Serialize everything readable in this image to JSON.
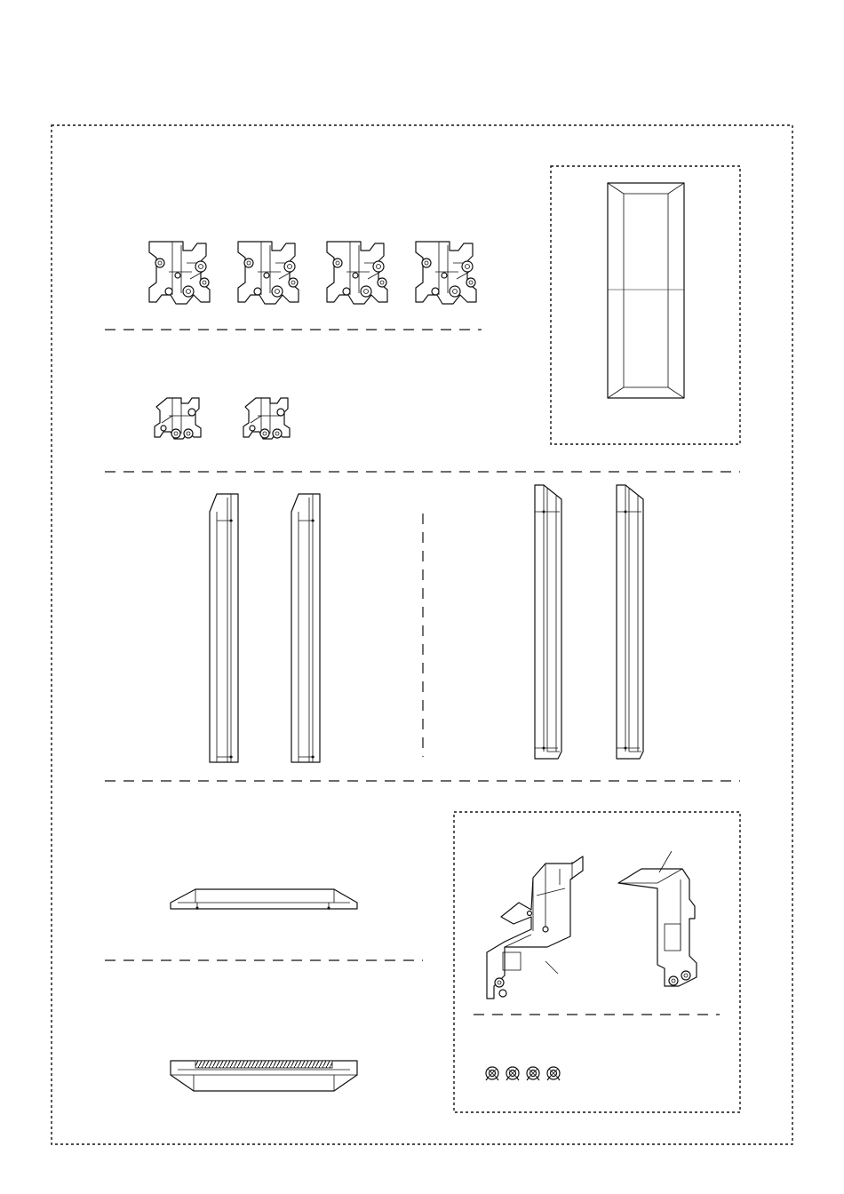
{
  "document": {
    "type": "parts-list-diagram",
    "colors": {
      "line": "#111111",
      "background": "#ffffff"
    }
  },
  "parts": {
    "large_brackets": {
      "icon": "corner-bracket-icon",
      "count": 4
    },
    "small_brackets": {
      "icon": "small-bracket-icon",
      "count": 2
    },
    "frame_panel": {
      "icon": "rectangular-frame-icon",
      "count": 1
    },
    "left_side_rails": {
      "icon": "side-rail-icon",
      "count": 2
    },
    "right_side_rails": {
      "icon": "side-rail-icon",
      "count": 2
    },
    "top_rail": {
      "icon": "top-rail-icon",
      "count": 1
    },
    "bottom_rail": {
      "icon": "bottom-rail-grille-icon",
      "count": 1
    },
    "mount_brackets": {
      "icon": "mounting-plate-icon",
      "count": 2
    },
    "screws": {
      "icon": "screw-icon",
      "count": 4
    }
  }
}
